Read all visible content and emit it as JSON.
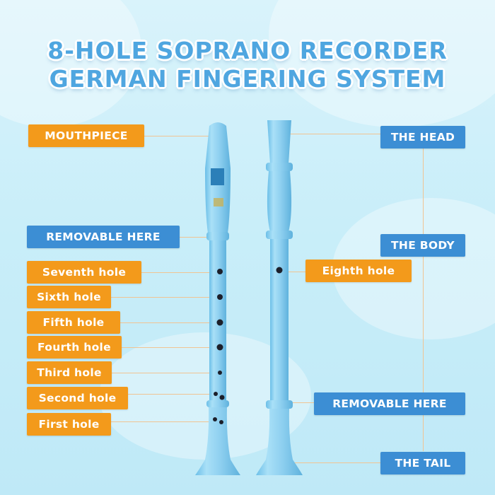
{
  "title": {
    "line1": "8-HOLE SOPRANO RECORDER",
    "line2": "GERMAN FINGERING SYSTEM"
  },
  "colors": {
    "title_text": "#4fa6e0",
    "label_orange": "#f39a1b",
    "label_blue": "#3c8ed4",
    "recorder_body": "#8fd0f0",
    "hole": "#1c1f2a"
  },
  "left_labels": {
    "mouthpiece": "MOUTHPIECE",
    "removable_here": "REMOVABLE HERE",
    "seventh_hole": "Seventh hole",
    "sixth_hole": "Sixth hole",
    "fifth_hole": "Fifth hole",
    "fourth_hole": "Fourth hole",
    "third_hole": "Third hole",
    "second_hole": "Second hole",
    "first_hole": "First hole"
  },
  "right_labels": {
    "the_head": "THE HEAD",
    "the_body": "THE BODY",
    "eighth_hole": "Eighth hole",
    "removable_here": "REMOVABLE HERE",
    "the_tail": "THE TAIL"
  }
}
